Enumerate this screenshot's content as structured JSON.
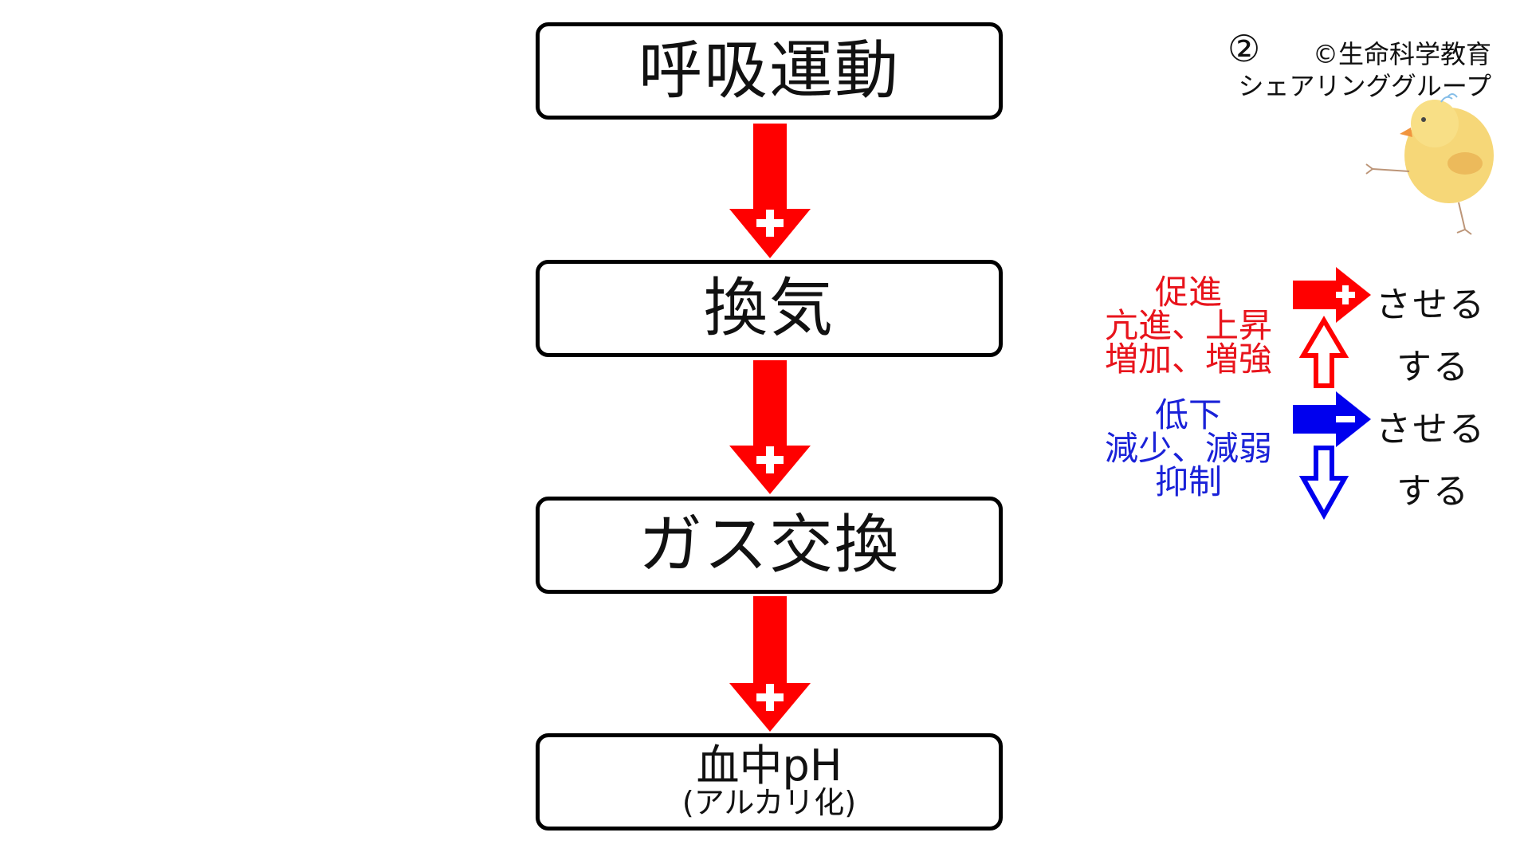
{
  "badge": "②",
  "credit": {
    "line1": "©生命科学教育",
    "line2": "シェアリンググループ"
  },
  "flow": {
    "nodes": [
      {
        "title": "呼吸運動"
      },
      {
        "title": "換気"
      },
      {
        "title": "ガス交換"
      },
      {
        "title": "血中pH",
        "subtitle": "(アルカリ化)"
      }
    ],
    "edges": [
      {
        "from": "呼吸運動",
        "to": "換気",
        "sign": "+"
      },
      {
        "from": "換気",
        "to": "ガス交換",
        "sign": "+"
      },
      {
        "from": "ガス交換",
        "to": "血中pH",
        "sign": "+"
      }
    ]
  },
  "legend": {
    "increase": {
      "words": [
        "促進",
        "亢進、上昇",
        "増加、増強"
      ],
      "causative": "させる",
      "intransitive": "する",
      "color": "#e8141c"
    },
    "decrease": {
      "words": [
        "低下",
        "減少、減弱",
        "抑制"
      ],
      "causative": "させる",
      "intransitive": "する",
      "color": "#1a22d8"
    }
  },
  "colors": {
    "arrow_red": "#ff0000",
    "arrow_blue": "#0000ee",
    "border": "#000000"
  },
  "icons": {
    "mascot": "chick-drawing-icon"
  }
}
